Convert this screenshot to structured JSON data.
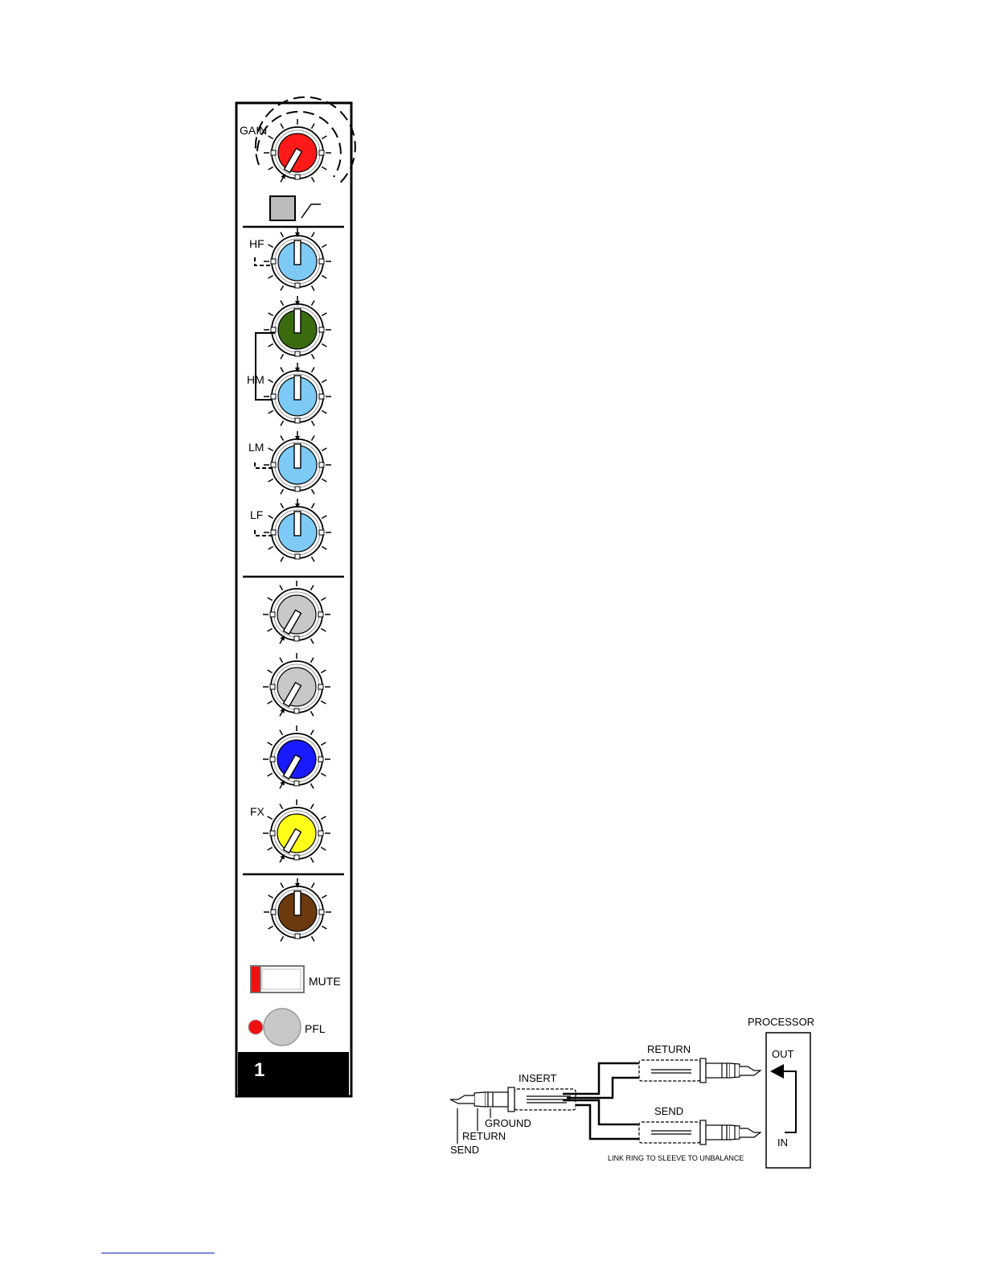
{
  "channel_strip": {
    "gain_label": "GAIN",
    "hf_label": "HF",
    "hm_label": "HM",
    "lm_label": "LM",
    "lf_label": "LF",
    "fx_label": "FX",
    "mute_label": "MUTE",
    "pfl_label": "PFL",
    "channel_number": "1",
    "knob_colors": {
      "gain": "#ff1a1a",
      "eq": "#7ccaf5",
      "hm_freq": "#3a6b0f",
      "aux1": "#c8c8c8",
      "aux2": "#c8c8c8",
      "aux3": "#1a1aff",
      "fx": "#ffff1a",
      "pan": "#6b3a0f"
    },
    "mute_indicator_color": "#ee1111",
    "pfl_led_color": "#ee1111",
    "highpass_icon": "high-pass-filter-icon"
  },
  "insert_diagram": {
    "processor_label": "PROCESSOR",
    "out_label": "OUT",
    "in_label": "IN",
    "return_label": "RETURN",
    "send_label": "SEND",
    "insert_label": "INSERT",
    "ground_label": "GROUND",
    "tip_return_label": "RETURN",
    "tip_send_label": "SEND",
    "note": "LINK RING TO SLEEVE TO UNBALANCE"
  }
}
